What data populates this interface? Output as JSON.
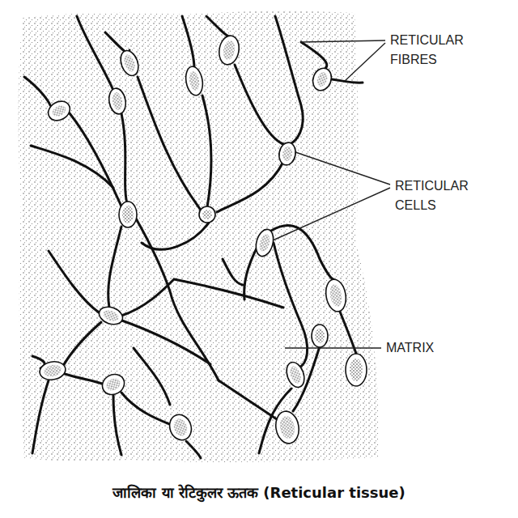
{
  "diagram": {
    "caption": "जालिका या रेटिकुलर ऊतक (Reticular tissue)",
    "labels": [
      "RETICULAR FIBRES",
      "RETICULAR CELLS",
      "MATRIX"
    ]
  }
}
